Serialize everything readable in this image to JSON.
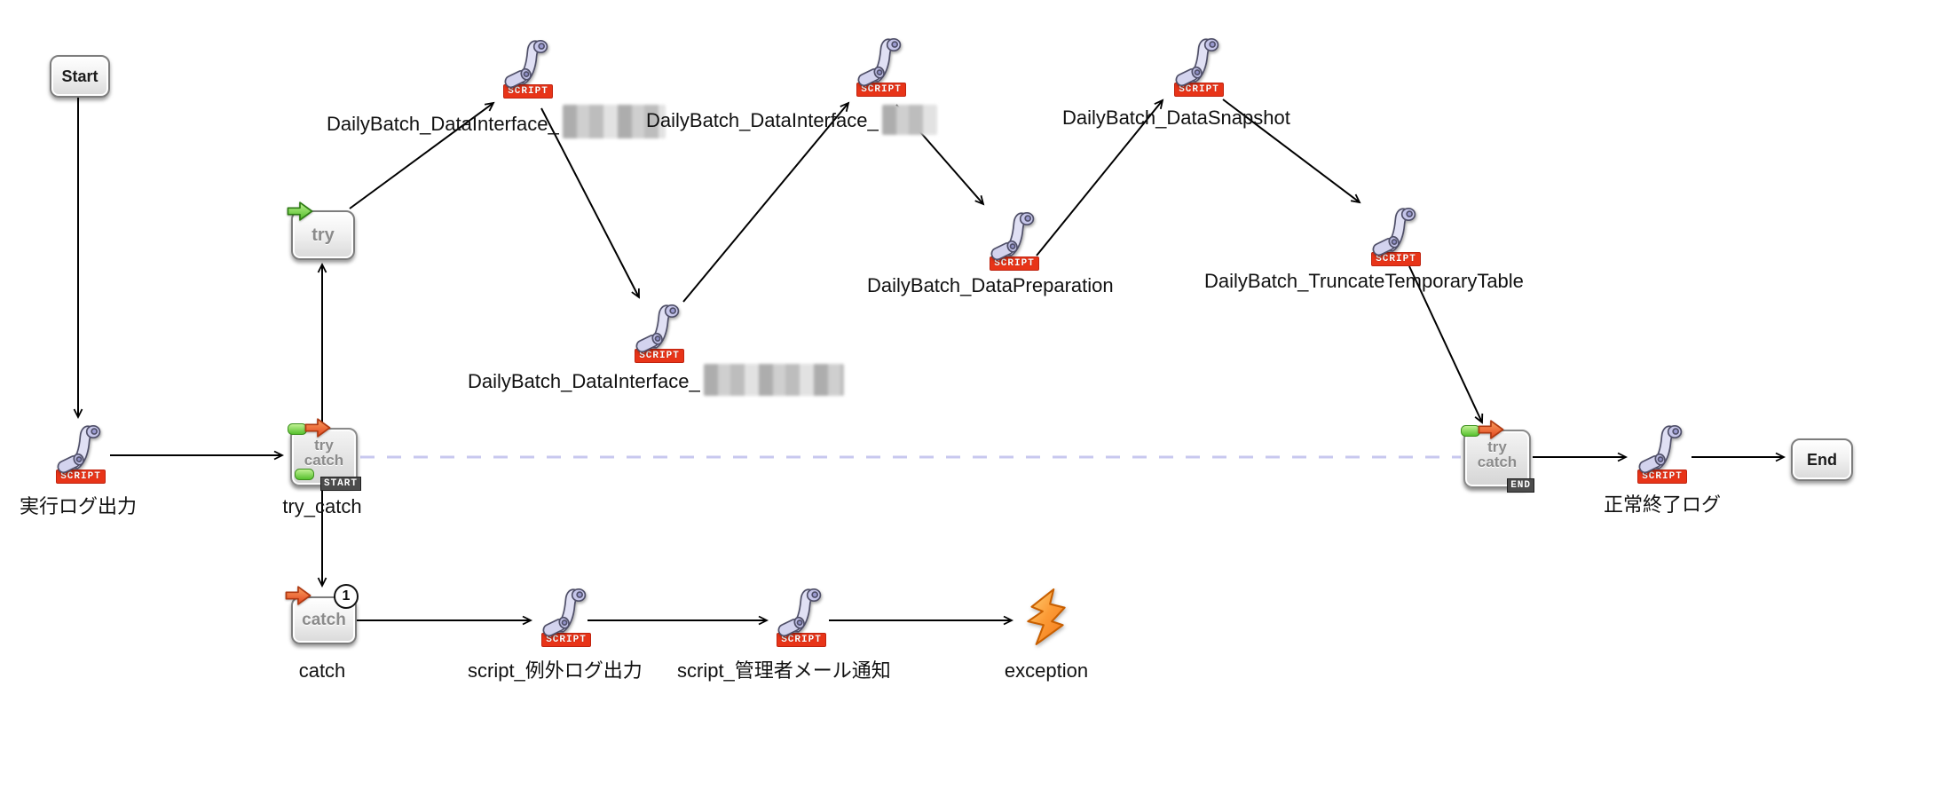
{
  "badges": {
    "script": "SCRIPT",
    "start": "START",
    "end": "END"
  },
  "colors": {
    "script_badge": "#e83418",
    "dashed_guide_line": "#c8c8ef",
    "exception_bolt": "#f8882b"
  },
  "nodes": {
    "start": {
      "label": "Start"
    },
    "exec_log": {
      "label": "実行ログ出力"
    },
    "try_catch_start": {
      "line1": "try",
      "line2": "catch",
      "label": "try_catch"
    },
    "try": {
      "label": "try"
    },
    "script_interface1": {
      "label": "DailyBatch_DataInterface_",
      "redacted_suffix": true
    },
    "script_interface2": {
      "label": "DailyBatch_DataInterface_",
      "redacted_suffix": true
    },
    "script_interface3": {
      "label": "DailyBatch_DataInterface_",
      "redacted_suffix": true
    },
    "data_preparation": {
      "label": "DailyBatch_DataPreparation"
    },
    "data_snapshot": {
      "label": "DailyBatch_DataSnapshot"
    },
    "truncate_temporary_table": {
      "label": "DailyBatch_TruncateTemporaryTable"
    },
    "try_catch_end": {
      "line1": "try",
      "line2": "catch"
    },
    "normal_end_log": {
      "label": "正常終了ログ"
    },
    "end": {
      "label": "End"
    },
    "catch": {
      "label": "catch",
      "marker": "1"
    },
    "script_exception_log": {
      "label": "script_例外ログ出力"
    },
    "script_admin_mail": {
      "label": "script_管理者メール通知"
    },
    "exception": {
      "label": "exception"
    }
  }
}
